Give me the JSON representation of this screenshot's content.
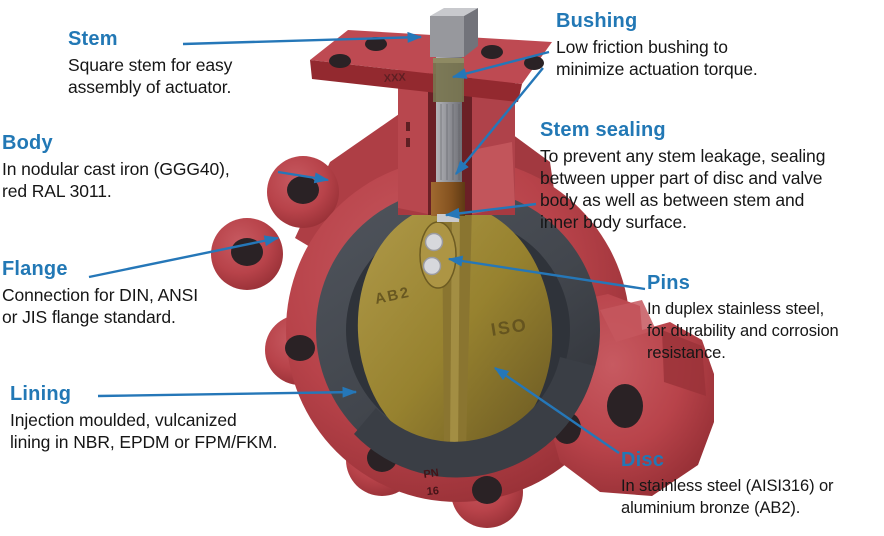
{
  "figure": {
    "type": "annotated-technical-diagram",
    "subject": "Lug-type butterfly valve cutaway"
  },
  "colors": {
    "background": "#ffffff",
    "heading_blue": "#2278b5",
    "body_text": "#161616",
    "arrow_blue": "#2577b8",
    "valve_body_red": "#b8434a",
    "valve_body_red_dark": "#8e2b30",
    "lining_gray": "#42464d",
    "disc_gold": "#a08a3c",
    "stem_gray": "#9fa0a5",
    "pin_silver": "#d7d8dc",
    "seal_bronze": "#8a5a28",
    "bushing_olive": "#77744f"
  },
  "callouts": {
    "stem": {
      "title": "Stem",
      "body": [
        "Square stem for easy",
        "assembly of actuator."
      ]
    },
    "body": {
      "title": "Body",
      "body": [
        "In nodular cast iron (GGG40),",
        "red RAL 3011."
      ]
    },
    "flange": {
      "title": "Flange",
      "body": [
        "Connection for DIN, ANSI",
        "or JIS flange standard."
      ]
    },
    "lining": {
      "title": "Lining",
      "body": [
        "Injection moulded, vulcanized",
        "lining in NBR, EPDM or FPM/FKM."
      ]
    },
    "bushing": {
      "title": "Bushing",
      "body": [
        "Low friction bushing to",
        "minimize actuation torque."
      ]
    },
    "stem_sealing": {
      "title": "Stem sealing",
      "body": [
        "To prevent any stem leakage, sealing",
        "between upper part of disc and valve",
        "body as well as between stem and",
        "inner body surface."
      ]
    },
    "pins": {
      "title": "Pins",
      "body": [
        "In duplex stainless steel,",
        "for durability and corrosion",
        "resistance."
      ]
    },
    "disc": {
      "title": "Disc",
      "body": [
        "In stainless steel (AISI316) or",
        "aluminium bronze (AB2)."
      ]
    }
  },
  "engravings": {
    "disc_left": "AB2",
    "disc_right": "ISO",
    "bottom_lug_line1": "PN",
    "bottom_lug_line2": "16",
    "plate_mark": "XXX"
  }
}
